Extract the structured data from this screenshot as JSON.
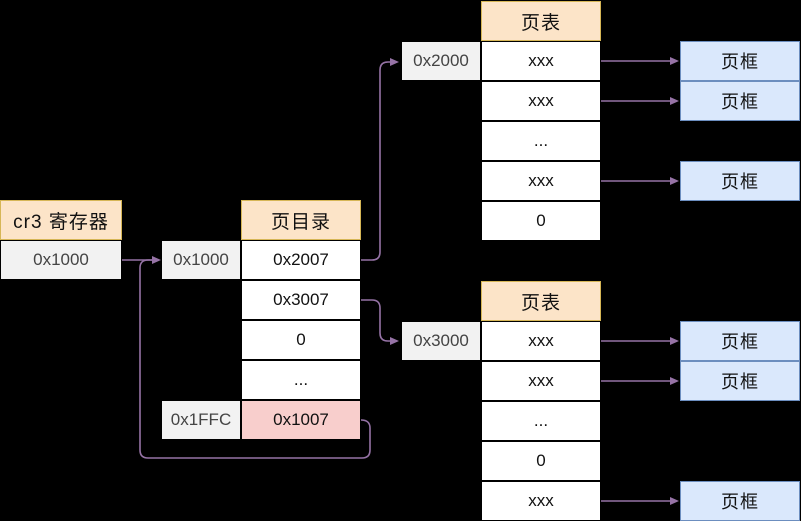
{
  "diagram": {
    "title_semantics": "x86 two-level paging: cr3 register -> page directory -> page tables -> page frames",
    "colors": {
      "header_fill": "#fce4c8",
      "header_border": "#d6b656",
      "cell_fill": "#ffffff",
      "cell_border": "#000000",
      "highlight_fill": "#f8cecc",
      "addr_fill": "#f2f2f2",
      "frame_fill": "#dae8fc",
      "frame_border": "#6c8ebf",
      "arrow": "#9673a6",
      "background": "#000000"
    }
  },
  "cr3": {
    "header": "cr3 寄存器",
    "value": "0x1000"
  },
  "page_directory": {
    "header": "页目录",
    "addresses": [
      {
        "label": "0x1000",
        "row": 0
      },
      {
        "label": "0x1FFC",
        "row": 4
      }
    ],
    "entries": [
      {
        "value": "0x2007",
        "highlight": false
      },
      {
        "value": "0x3007",
        "highlight": false
      },
      {
        "value": "0",
        "highlight": false
      },
      {
        "value": "...",
        "highlight": false
      },
      {
        "value": "0x1007",
        "highlight": true
      }
    ]
  },
  "page_tables": [
    {
      "header": "页表",
      "address": "0x2000",
      "entries": [
        {
          "value": "xxx",
          "points_to_frame": true
        },
        {
          "value": "xxx",
          "points_to_frame": true
        },
        {
          "value": "...",
          "points_to_frame": false
        },
        {
          "value": "xxx",
          "points_to_frame": true
        },
        {
          "value": "0",
          "points_to_frame": false
        }
      ]
    },
    {
      "header": "页表",
      "address": "0x3000",
      "entries": [
        {
          "value": "xxx",
          "points_to_frame": true
        },
        {
          "value": "xxx",
          "points_to_frame": true
        },
        {
          "value": "...",
          "points_to_frame": false
        },
        {
          "value": "0",
          "points_to_frame": false
        },
        {
          "value": "xxx",
          "points_to_frame": true
        }
      ]
    }
  ],
  "page_frames": [
    {
      "label": "页框",
      "group": "top",
      "index": 0
    },
    {
      "label": "页框",
      "group": "top",
      "index": 1
    },
    {
      "label": "页框",
      "group": "top",
      "index": 2
    },
    {
      "label": "页框",
      "group": "bottom",
      "index": 0
    },
    {
      "label": "页框",
      "group": "bottom",
      "index": 1
    },
    {
      "label": "页框",
      "group": "bottom",
      "index": 2
    }
  ]
}
